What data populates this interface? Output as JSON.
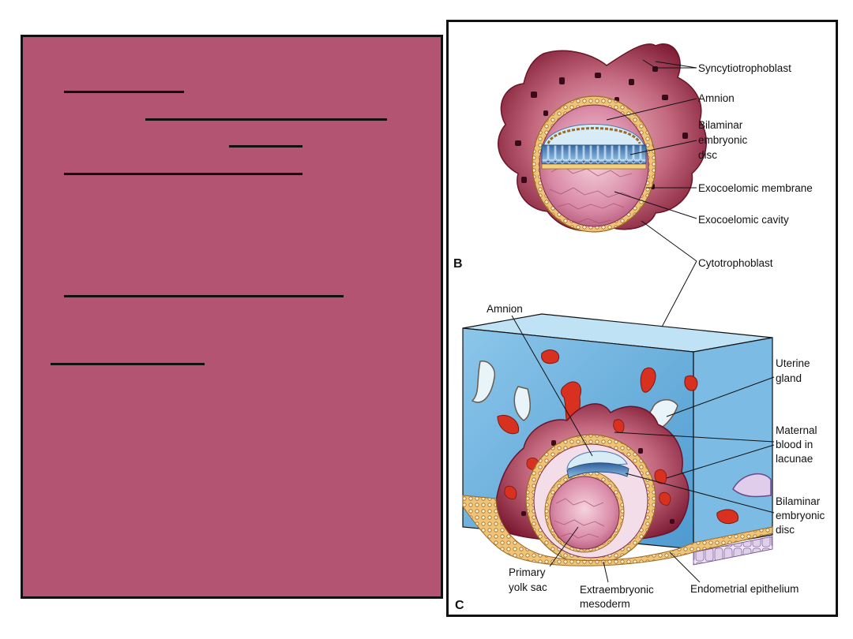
{
  "figure": {
    "panel_b": {
      "letter": "B",
      "labels": {
        "syncytiotrophoblast": "Syncytiotrophoblast",
        "amnion": "Amnion",
        "bilaminar_line1": "Bilaminar",
        "bilaminar_line2": "embryonic",
        "bilaminar_line3": "disc",
        "exocoelomic_membrane": "Exocoelomic membrane",
        "exocoelomic_cavity": "Exocoelomic cavity"
      }
    },
    "shared": {
      "cytotrophoblast": "Cytotrophoblast"
    },
    "panel_c": {
      "letter": "C",
      "labels": {
        "amnion": "Amnion",
        "uterine_line1": "Uterine",
        "uterine_line2": "gland",
        "maternal_line1": "Maternal",
        "maternal_line2": "blood in",
        "maternal_line3": "lacunae",
        "bilaminar_line1": "Bilaminar",
        "bilaminar_line2": "embryonic",
        "bilaminar_line3": "disc",
        "yolk_line1": "Primary",
        "yolk_line2": "yolk sac",
        "extra_line1": "Extraembryonic",
        "extra_line2": "mesoderm",
        "endometrial": "Endometrial epithelium"
      }
    }
  },
  "colors": {
    "slide_panel": "#b25472",
    "syncytio": "#8a1f3a",
    "syncytio_light": "#c4697f",
    "cytotrophoblast": "#e8b25c",
    "yolk": "#d98aa6",
    "epiblast_blue": "#4a86c8",
    "amnion_light": "#d7ecf7",
    "uterine_blue": "#5aa6d6",
    "blood_red": "#d8311f"
  }
}
